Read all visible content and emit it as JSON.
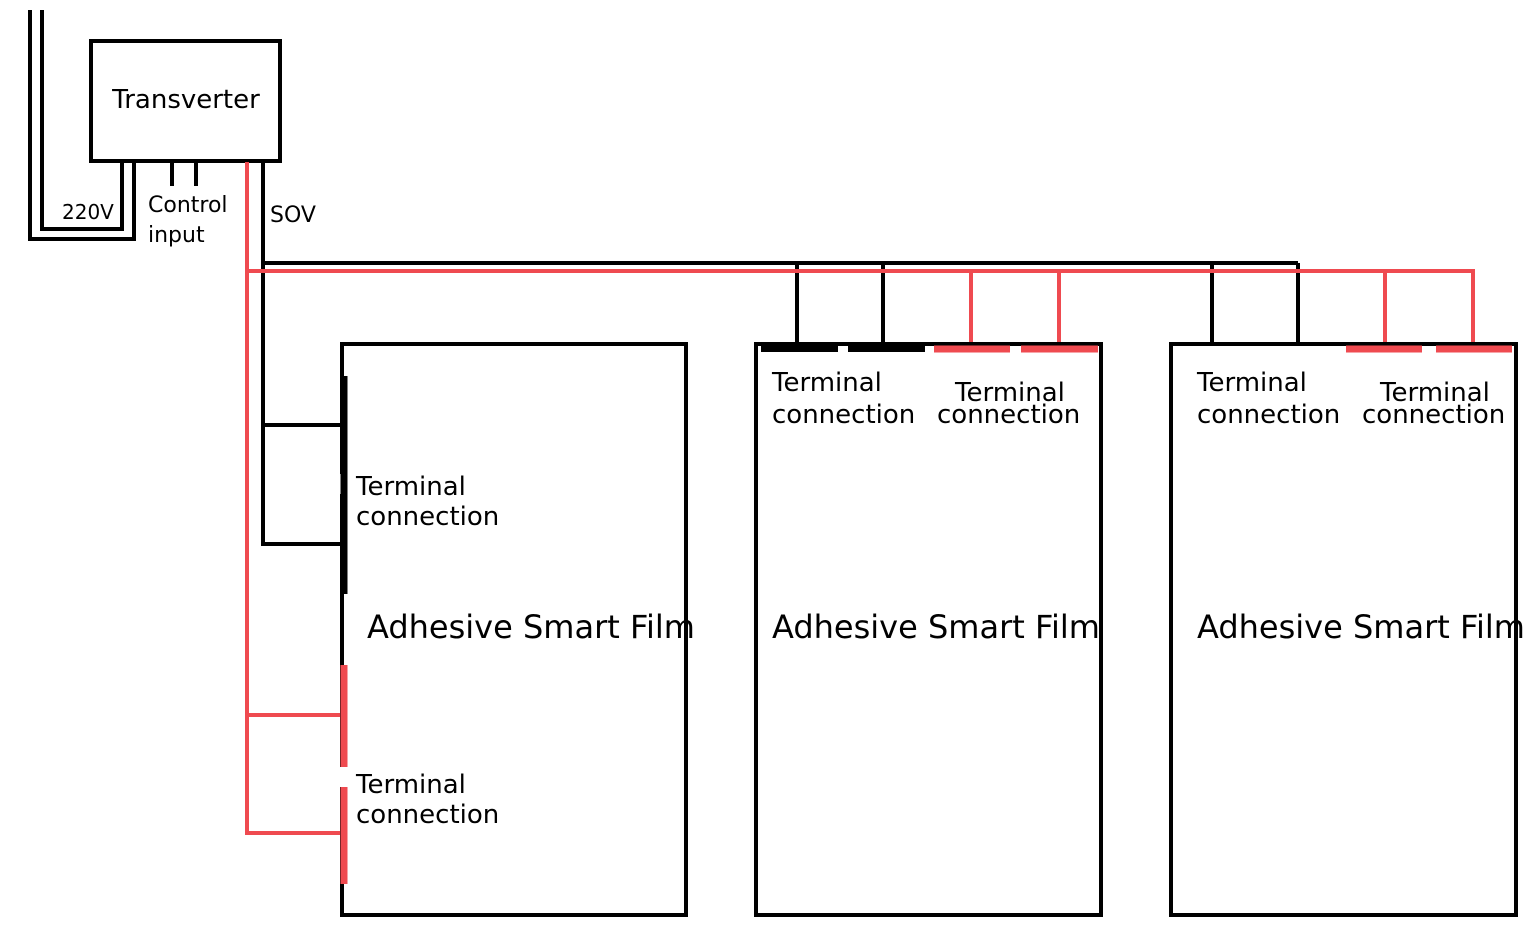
{
  "colors": {
    "wire_black": "#000000",
    "wire_red": "#ef4a50",
    "background": "#ffffff"
  },
  "transverter": {
    "label": "Transverter"
  },
  "inputs": {
    "mains_label": "220V",
    "control_label_line1": "Control",
    "control_label_line2": "input",
    "output_label": "SOV"
  },
  "panels": [
    {
      "name": "Adhesive Smart Film",
      "terminals": [
        {
          "line1": "Terminal",
          "line2": "connection"
        },
        {
          "line1": "Terminal",
          "line2": "connection"
        }
      ]
    },
    {
      "name": "Adhesive Smart Film",
      "terminals": [
        {
          "line1": "Terminal",
          "line2": "connection"
        },
        {
          "line1": "Terminal",
          "line2": "connection"
        }
      ]
    },
    {
      "name": "Adhesive Smart Film",
      "terminals": [
        {
          "line1": "Terminal",
          "line2": "connection"
        },
        {
          "line1": "Terminal",
          "line2": "connection"
        }
      ]
    }
  ]
}
